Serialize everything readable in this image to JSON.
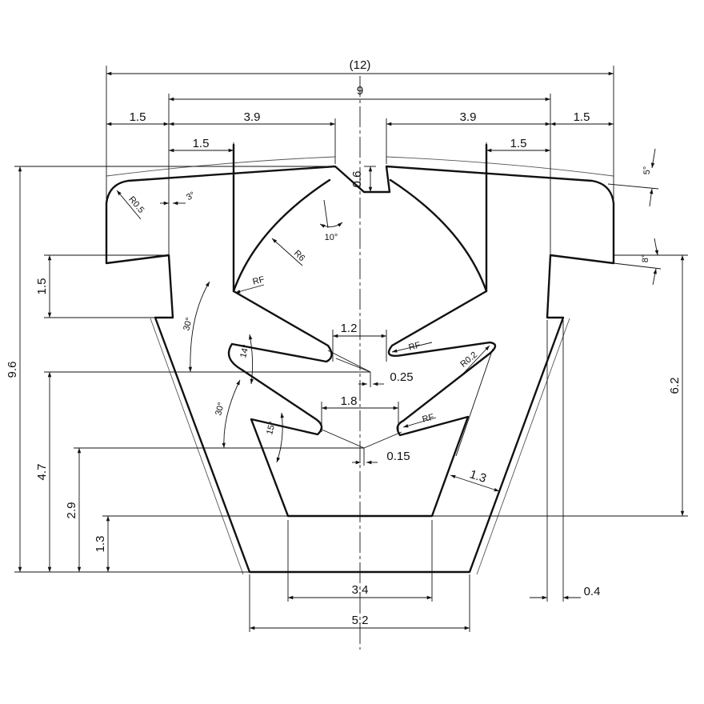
{
  "drawing": {
    "dimensions": {
      "overall_width": "(12)",
      "inner_width": "9",
      "flange_left": "1.5",
      "span_left": "3.9",
      "span_right": "3.9",
      "flange_right": "1.5",
      "step_left": "1.5",
      "step_right": "1.5",
      "top_recess": "0.6",
      "total_height": "9.6",
      "lip_height": "1.5",
      "lower_height": "4.7",
      "lower_inner_height": "2.9",
      "channel_height": "1.3",
      "right_height": "6.2",
      "bottom_inner_width": "3.4",
      "bottom_width": "5.2",
      "offset": "0.4",
      "gap_upper": "1.2",
      "gap_upper_offset": "0.25",
      "gap_lower": "1.8",
      "gap_lower_offset": "0.15",
      "wall_thickness": "1.3"
    },
    "annotations": {
      "r_corner": "R0.5",
      "r_arc": "R6",
      "rf_1": "RF",
      "rf_2": "RF",
      "rf_3": "RF",
      "r_fin": "R0.2",
      "angle_3": "3°",
      "angle_10": "10°",
      "angle_5": "5°",
      "angle_8": "8°",
      "angle_30a": "30°",
      "angle_30b": "30°",
      "angle_14": "14°",
      "angle_15": "15°"
    }
  }
}
